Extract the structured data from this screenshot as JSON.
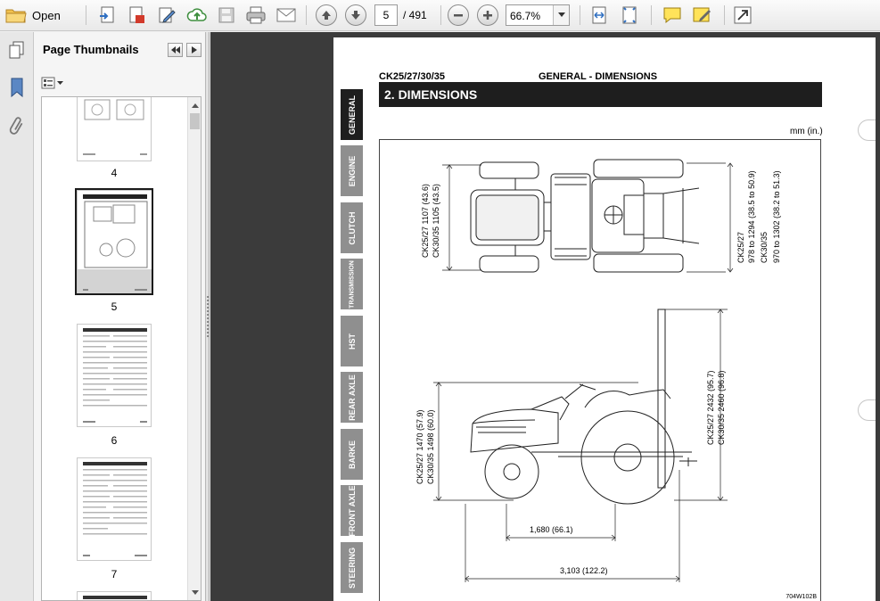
{
  "toolbar": {
    "open_label": "Open",
    "current_page": "5",
    "page_total": "/ 491",
    "zoom_value": "66.7%"
  },
  "thumbnails": {
    "title": "Page Thumbnails",
    "pages": [
      {
        "label": "4",
        "selected": false
      },
      {
        "label": "5",
        "selected": true
      },
      {
        "label": "6",
        "selected": false
      },
      {
        "label": "7",
        "selected": false
      }
    ]
  },
  "document": {
    "header_left": "CK25/27/30/35",
    "header_center": "GENERAL - DIMENSIONS",
    "section_title": "2.  DIMENSIONS",
    "units": "mm (in.)",
    "tabs": [
      "GENERAL",
      "ENGINE",
      "CLUTCH",
      "TRANSMISSION",
      "HST",
      "REAR AXLE",
      "BARKE",
      "FRONT AXLE",
      "STEERING"
    ],
    "active_tab": "GENERAL",
    "dims": {
      "top_left_1": "CK25/27 1107 (43.6)",
      "top_left_2": "CK30/35 1105 (43.5)",
      "top_right_1": "CK25/27",
      "top_right_2": "978 to 1294 (38.5 to 50.9)",
      "top_right_3": "CK30/35",
      "top_right_4": "970 to 1302 (38.2 to 51.3)",
      "side_left_1": "CK25/27 1470 (57.9)",
      "side_left_2": "CK30/35 1498 (60.0)",
      "side_right_1": "CK25/27 2432 (95.7)",
      "side_right_2": "CK30/35 2460 (96.8)",
      "wheelbase": "1,680 (66.1)",
      "length": "3,103 (122.2)"
    },
    "figure_code": "704W102B"
  }
}
